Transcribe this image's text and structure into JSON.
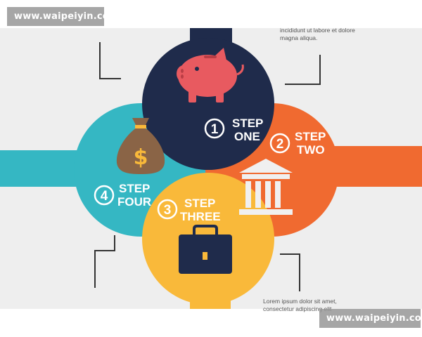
{
  "watermark": {
    "text": "www.waipeiyin.com"
  },
  "captions": {
    "top": [
      "incididunt ut labore et dolore",
      "magna aliqua."
    ],
    "bottom": [
      "Lorem ipsum dolor sit amet,",
      "consectetur adipiscing elit"
    ]
  },
  "steps": [
    {
      "number": "1",
      "line1": "STEP",
      "line2": "ONE",
      "color": "#1f2b4b",
      "icon": "piggy-bank-icon"
    },
    {
      "number": "2",
      "line1": "STEP",
      "line2": "TWO",
      "color": "#f06a30",
      "icon": "bank-building-icon"
    },
    {
      "number": "3",
      "line1": "STEP",
      "line2": "THREE",
      "color": "#f9b93a",
      "icon": "briefcase-icon"
    },
    {
      "number": "4",
      "line1": "STEP",
      "line2": "FOUR",
      "color": "#35b7c3",
      "icon": "money-bag-icon"
    }
  ],
  "colors": {
    "background": "#eeeeee",
    "navy": "#1f2b4b",
    "orange": "#f06a30",
    "yellow": "#f9b93a",
    "teal": "#35b7c3",
    "pig": "#e85a60",
    "bag": "#8a6446"
  }
}
